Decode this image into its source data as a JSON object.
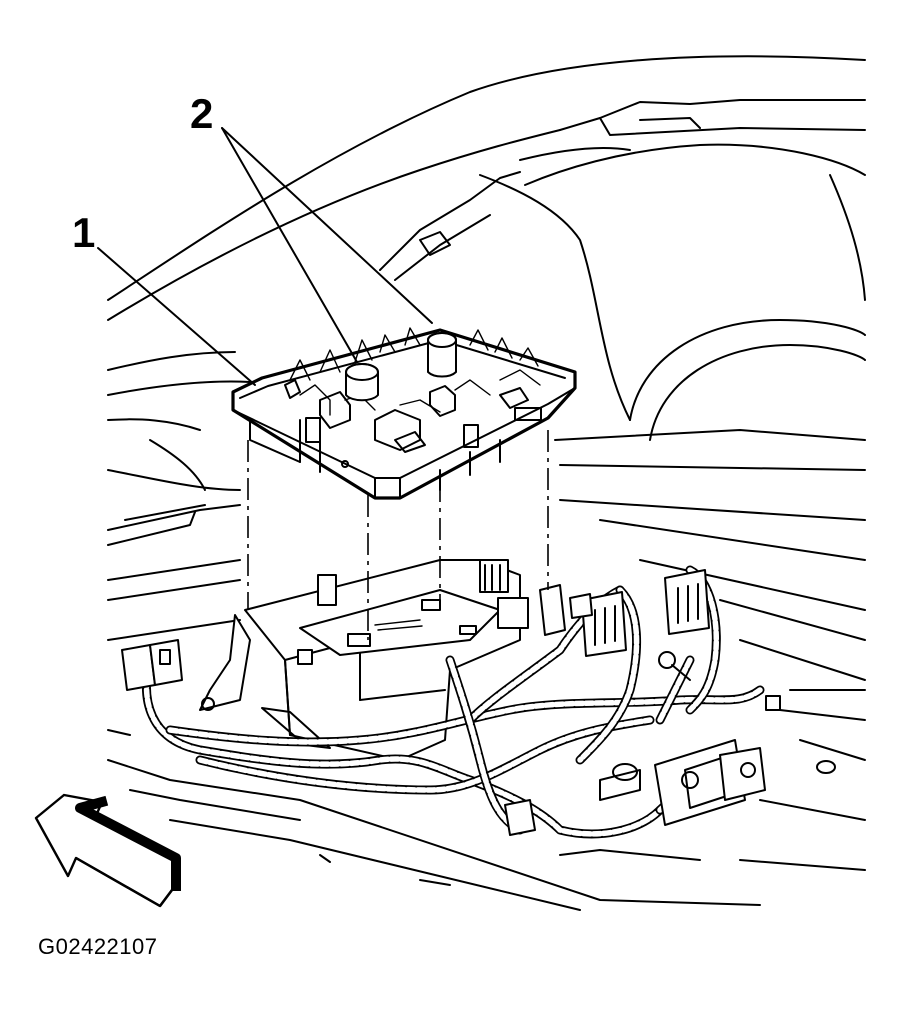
{
  "diagram": {
    "callouts": [
      {
        "label": "1",
        "target": "fuse-relay-block-housing"
      },
      {
        "label": "2",
        "target": "retaining-fasteners"
      }
    ],
    "figure_id": "G02422107",
    "direction_arrow": "front-of-vehicle-arrow"
  }
}
